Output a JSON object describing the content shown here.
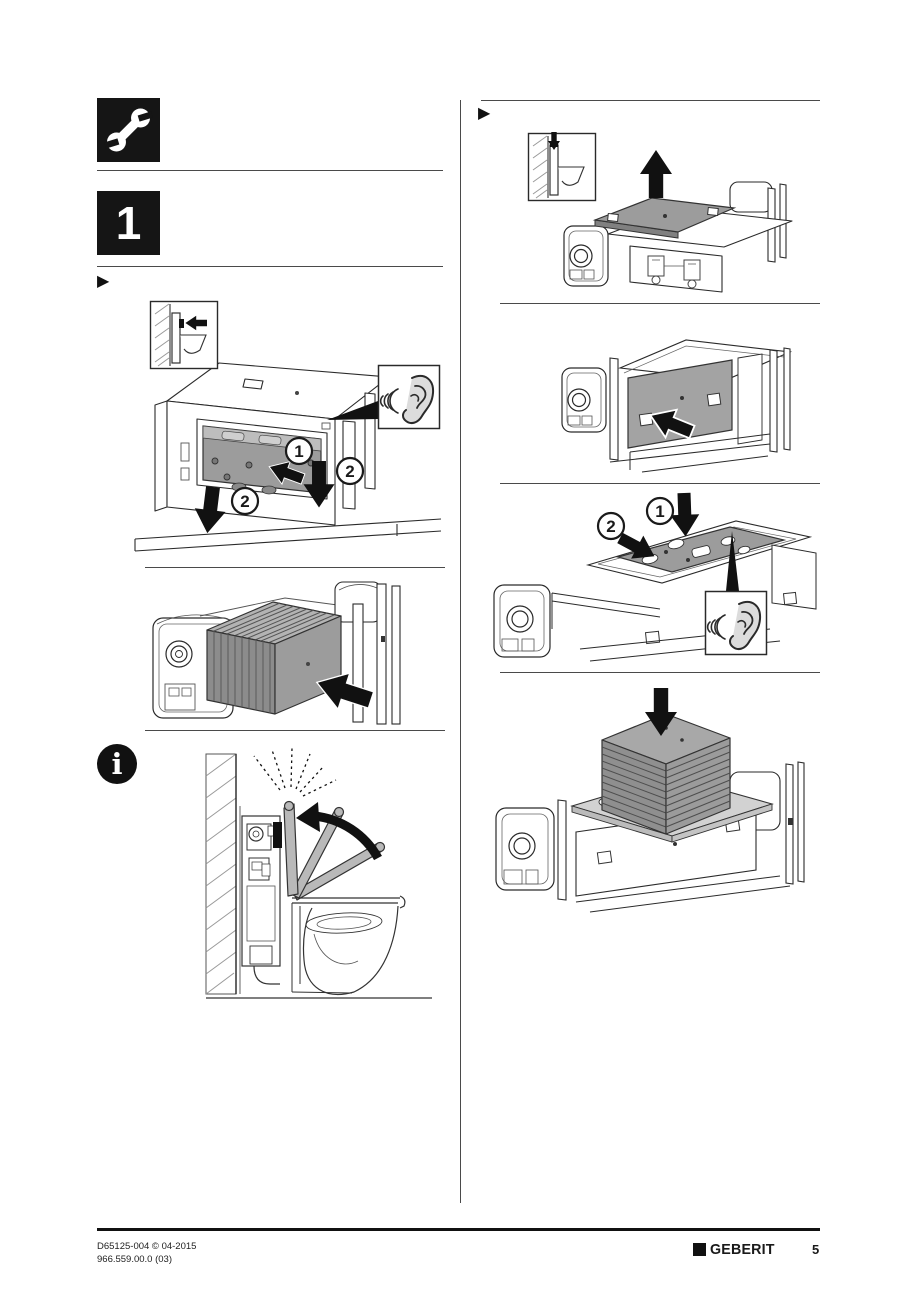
{
  "colors": {
    "ink": "#1a1a1a",
    "panel_gray": "#9c9c9c",
    "panel_band_gray": "#bdbdbd",
    "seat_gray": "#b9b9b9",
    "ear_fill": "#dcdcdc"
  },
  "header": {
    "step_badge": "1"
  },
  "icon_names": {
    "tools": "wrench-icon",
    "info": "info-icon",
    "listen": "ear-icon"
  },
  "markers": {
    "left_bullet": "▶",
    "right_bullet": "▶"
  },
  "callouts": {
    "one": "1",
    "two": "2"
  },
  "info": {
    "glyph": "i"
  },
  "footer": {
    "doc_line1": "D65125-004 © 04-2015",
    "doc_line2": "966.559.00.0 (03)",
    "brand": "GEBERIT",
    "page_number": "5"
  }
}
